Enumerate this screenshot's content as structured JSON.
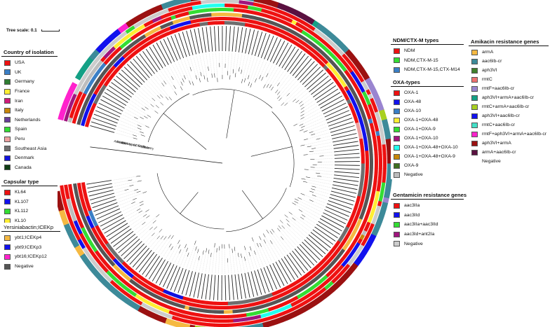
{
  "tree_scale": {
    "label": "Tree scale: 0.1"
  },
  "legends": {
    "country": {
      "title": "Country of isolation",
      "items": [
        {
          "label": "USA",
          "color": "#ee1111"
        },
        {
          "label": "UK",
          "color": "#3a7fc6"
        },
        {
          "label": "Germany",
          "color": "#2e7d32"
        },
        {
          "label": "France",
          "color": "#ffee33"
        },
        {
          "label": "Iran",
          "color": "#d01a7a"
        },
        {
          "label": "Italy",
          "color": "#c8860a"
        },
        {
          "label": "Netherlands",
          "color": "#6a3d9a"
        },
        {
          "label": "Spain",
          "color": "#33dd33"
        },
        {
          "label": "Peru",
          "color": "#eda0a0"
        },
        {
          "label": "Southeast Asia",
          "color": "#6e6e6e"
        },
        {
          "label": "Denmark",
          "color": "#1111dd"
        },
        {
          "label": "Canada",
          "color": "#0f3d12"
        }
      ]
    },
    "capsular": {
      "title": "Capsular type",
      "items": [
        {
          "label": "KL64",
          "color": "#ee1111"
        },
        {
          "label": "KL107",
          "color": "#1111ee"
        },
        {
          "label": "KL112",
          "color": "#33dd33"
        },
        {
          "label": "KL10",
          "color": "#ffee33"
        }
      ]
    },
    "ybt": {
      "title": "Yersiniabactin;ICEKp",
      "items": [
        {
          "label": "ybt1;ICEKp4",
          "color": "#f5b942"
        },
        {
          "label": "ybt9;ICEKp3",
          "color": "#1111ee"
        },
        {
          "label": "ybt16;ICEKp12",
          "color": "#ff22cc"
        },
        {
          "label": "Negative",
          "color": "#555555"
        }
      ]
    },
    "ndm": {
      "title": "NDM/CTX-M types",
      "items": [
        {
          "label": "NDM",
          "color": "#ee1111"
        },
        {
          "label": "NDM,CTX-M-15",
          "color": "#33dd33"
        },
        {
          "label": "NDM,CTX-M-15,CTX-M14",
          "color": "#3a7fc6"
        }
      ]
    },
    "oxa": {
      "title": "OXA-types",
      "items": [
        {
          "label": "OXA-1",
          "color": "#ee1111"
        },
        {
          "label": "OXA-48",
          "color": "#1111ee"
        },
        {
          "label": "OXA-10",
          "color": "#3a7fc6"
        },
        {
          "label": "OXA-1+OXA-48",
          "color": "#ffee33"
        },
        {
          "label": "OXA-1+OXA-9",
          "color": "#33dd33"
        },
        {
          "label": "OXA-1+OXA-10",
          "color": "#a0157e"
        },
        {
          "label": "OXA-1+OXA-48+OXA-10",
          "color": "#22ffee"
        },
        {
          "label": "OXA-1+OXA-48+OXA-9",
          "color": "#c8860a"
        },
        {
          "label": "OXA-9",
          "color": "#3f6f1f"
        },
        {
          "label": "Negative",
          "color": "#bdbdbd"
        }
      ]
    },
    "genta": {
      "title": "Gentamicin resistance genes",
      "items": [
        {
          "label": "aac3IIa",
          "color": "#ee1111"
        },
        {
          "label": "aac3IId",
          "color": "#1111ee"
        },
        {
          "label": "aac3IIa+aac3IId",
          "color": "#33dd33"
        },
        {
          "label": "aac3Id+ant2Ia",
          "color": "#a0157e"
        },
        {
          "label": "Negative",
          "color": "#cccccc"
        }
      ]
    },
    "amik": {
      "title": "Amikacin resistance genes",
      "items": [
        {
          "label": "armA",
          "color": "#f5b942"
        },
        {
          "label": "aac6Ib-cr",
          "color": "#3d8a99"
        },
        {
          "label": "aph3VI",
          "color": "#3f7f2a"
        },
        {
          "label": "rmtC",
          "color": "#ee7070"
        },
        {
          "label": "rmtF+aac6Ib-cr",
          "color": "#9a85d0"
        },
        {
          "label": "aph3VI+armA+aac6Ib-cr",
          "color": "#14a085"
        },
        {
          "label": "rmtC+armA+aac6Ib-cr",
          "color": "#a8d020"
        },
        {
          "label": "aph3VI+aac6Ib-cr",
          "color": "#1111ee"
        },
        {
          "label": "rmtC+aac6Ib-cr",
          "color": "#44e0c8"
        },
        {
          "label": "rmtF+aph3VI+armA+aac6Ib-cr",
          "color": "#ff22cc"
        },
        {
          "label": "aph3VI+armA",
          "color": "#9b1111"
        },
        {
          "label": "armA+aac6Ib-cr",
          "color": "#5a1040"
        },
        {
          "label": "Negative",
          "color": ""
        }
      ]
    }
  },
  "tree": {
    "ring_titles": [
      "Amikacin",
      "Gentamicin",
      "OXA-types",
      "NDM",
      "Ybt",
      "Capsule",
      "Country"
    ]
  }
}
